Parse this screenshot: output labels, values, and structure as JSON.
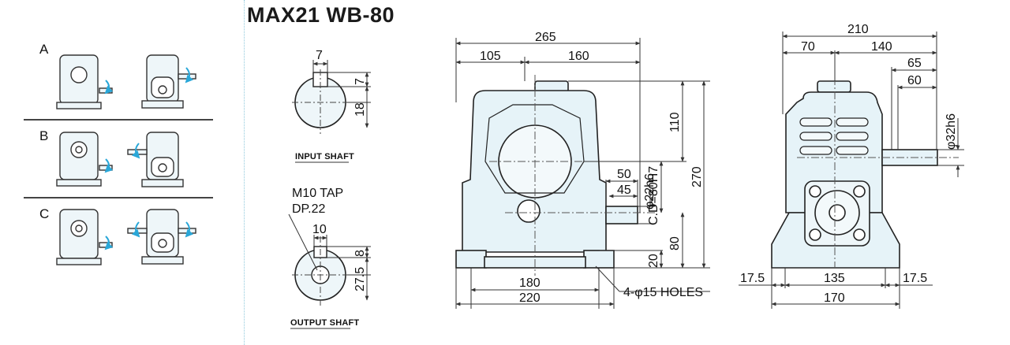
{
  "title": "MAX21 WB-80",
  "mounting": {
    "rows": [
      "A",
      "B",
      "C"
    ]
  },
  "input_shaft": {
    "label": "INPUT SHAFT",
    "key_width": "7",
    "key_depth": "7",
    "radius": "18"
  },
  "output_shaft": {
    "label": "OUTPUT SHAFT",
    "tap": "M10 TAP",
    "depth": "DP.22",
    "key_width": "10",
    "key_depth": "8",
    "radius": "27.5"
  },
  "front_view": {
    "overall_width": "265",
    "left_width": "105",
    "right_width": "160",
    "height_upper": "110",
    "overall_height": "270",
    "center_height": "80",
    "shaft_length": "50",
    "shaft_key": "45",
    "shaft_dia": "φ22h6",
    "center_distance": "C.D=80H7",
    "base_height": "20",
    "hole_spacing": "180",
    "base_width": "220",
    "holes": "4-φ15 HOLES"
  },
  "side_view": {
    "overall_width": "210",
    "left_width": "70",
    "right_width": "140",
    "shaft_a": "65",
    "shaft_b": "60",
    "shaft_dia": "φ32h6",
    "edge_left": "17.5",
    "hole_spacing": "135",
    "edge_right": "17.5",
    "base_width": "170"
  },
  "colors": {
    "body_fill": "#e6f3f8",
    "line": "#2a2a2a",
    "rotation_arrow": "#29a7d8",
    "dim_line": "#333333"
  }
}
